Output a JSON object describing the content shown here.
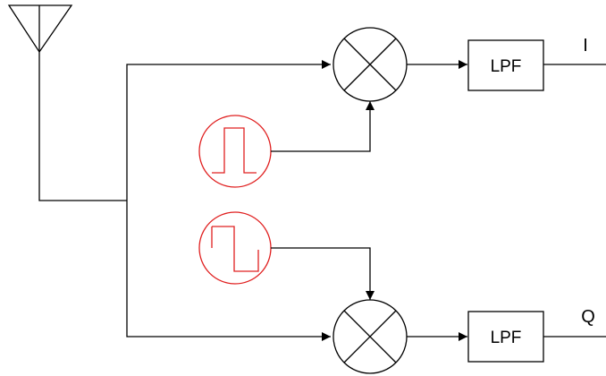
{
  "diagram": {
    "filter_top_label": "LPF",
    "filter_bottom_label": "LPF",
    "output_i_label": "I",
    "output_q_label": "Q",
    "colors": {
      "line": "#000000",
      "oscillator": "#e02020",
      "background": "#ffffff"
    },
    "icons": {
      "antenna": "antenna-icon",
      "mixer": "mixer-x-circle-icon",
      "oscillator_pulse": "pulse-waveform-icon",
      "oscillator_square": "square-waveform-icon",
      "arrow": "arrowhead-icon"
    }
  }
}
